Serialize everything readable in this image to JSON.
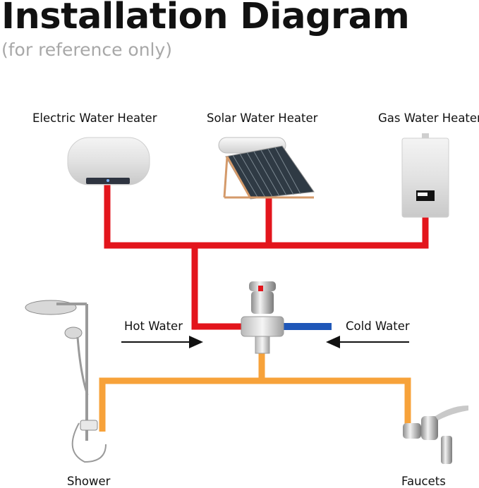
{
  "title": "Installation Diagram",
  "subtitle": "(for reference only)",
  "heaters": {
    "electric": "Electric Water Heater",
    "solar": "Solar Water Heater",
    "gas": "Gas Water Heater"
  },
  "flows": {
    "hot": "Hot Water",
    "cold": "Cold Water"
  },
  "outlets": {
    "shower": "Shower",
    "faucets": "Faucets"
  },
  "colors": {
    "hot_pipe": "#e3151c",
    "cold_pipe": "#1f57b8",
    "mixed_pipe": "#f7a23a",
    "arrow": "#111111"
  }
}
